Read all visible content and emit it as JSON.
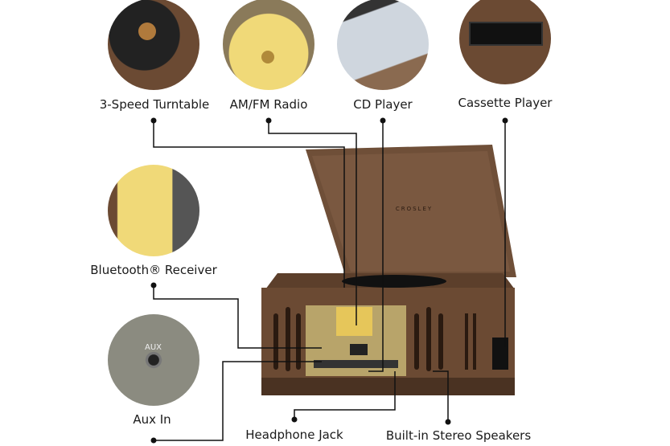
{
  "features": [
    {
      "label": "3-Speed Turntable",
      "icon": "vinyl-record"
    },
    {
      "label": "AM/FM Radio",
      "icon": "radio-dial"
    },
    {
      "label": "CD Player",
      "icon": "cd-tray"
    },
    {
      "label": "Cassette Player",
      "icon": "cassette-deck"
    },
    {
      "label": "Bluetooth® Receiver",
      "icon": "tuner-dial"
    },
    {
      "label": "Aux In",
      "icon": "aux-jack"
    },
    {
      "label": "Headphone Jack"
    },
    {
      "label": "Built-in Stereo Speakers"
    }
  ],
  "product": {
    "brand": "CROSLEY",
    "aux_text": "AUX"
  },
  "colors": {
    "wood": "#6b4a33",
    "wood_dark": "#4a3222",
    "brass": "#b8a46a",
    "dial": "#e6c65a",
    "line": "#111111"
  }
}
